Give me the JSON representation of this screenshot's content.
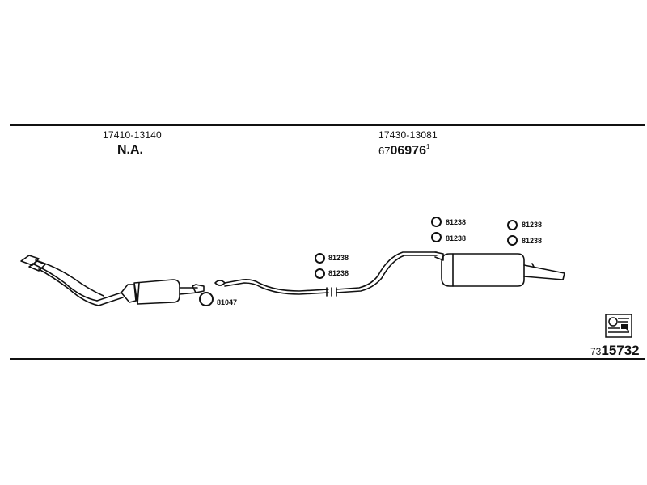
{
  "header": {
    "left_part_number": "17410-13140",
    "left_status": "N.A.",
    "right_part_number": "17430-13081",
    "right_code_prefix": "67",
    "right_code_main": "06976",
    "right_code_suffix": "1"
  },
  "components": {
    "clamp_front": "81047",
    "clamp_mid_1": "81238",
    "clamp_mid_2": "81238",
    "clamp_rear_left_1": "81238",
    "clamp_rear_left_2": "81238",
    "clamp_rear_right_1": "81238",
    "clamp_rear_right_2": "81238"
  },
  "footer": {
    "catalog_prefix": "73",
    "catalog_main": "15732",
    "logo_icon": "manufacturer-logo-icon"
  },
  "colors": {
    "line": "#111111",
    "background": "#ffffff"
  }
}
